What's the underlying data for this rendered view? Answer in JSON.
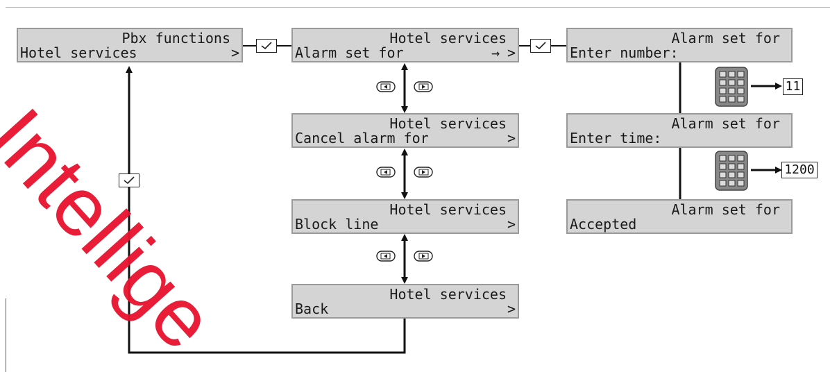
{
  "screens": {
    "pbx": {
      "line1": "Pbx functions",
      "line2": "Hotel services",
      "chevron": ">"
    },
    "hotel_alarm": {
      "line1": "Hotel services",
      "line2": "Alarm set for",
      "arrow": "→",
      "chevron": ">"
    },
    "hotel_cancel": {
      "line1": "Hotel services",
      "line2": "Cancel alarm for",
      "chevron": ">"
    },
    "hotel_block": {
      "line1": "Hotel services",
      "line2": "Block line",
      "chevron": ">"
    },
    "hotel_back": {
      "line1": "Hotel services",
      "line2": "Back",
      "chevron": ">"
    },
    "alarm_number": {
      "line1": "Alarm set for",
      "line2": "Enter number:"
    },
    "alarm_time": {
      "line1": "Alarm set for",
      "line2": "Enter time:"
    },
    "alarm_accepted": {
      "line1": "Alarm set for",
      "line2": "Accepted"
    }
  },
  "entries": {
    "number": "11",
    "time": "1200"
  },
  "watermark": "Intellige",
  "colors": {
    "lcd_bg": "#d4d4d4",
    "lcd_border": "#9a9a9a",
    "line": "#111111",
    "watermark": "#e8112d"
  },
  "icons": [
    "check-icon",
    "keypad-icon",
    "nav-left-key-icon",
    "nav-right-key-icon"
  ]
}
